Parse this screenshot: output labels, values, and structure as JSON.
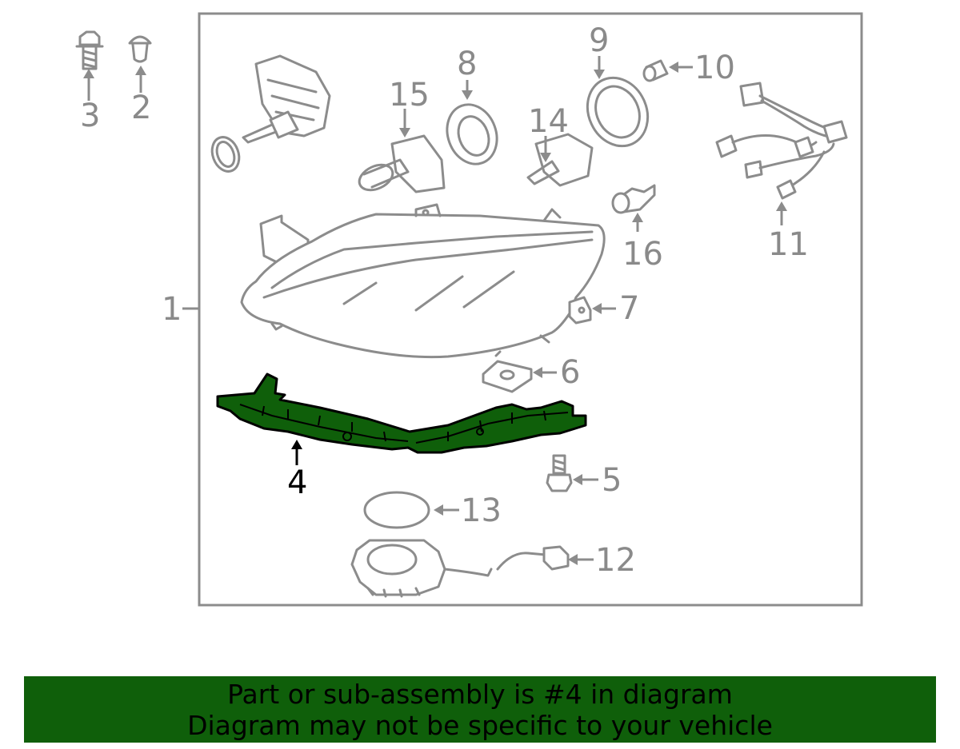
{
  "diagram": {
    "highlight_color": "#0f5f0a",
    "line_color": "#8c8c8c",
    "highlighted_part": "4",
    "callouts": {
      "p1": "1",
      "p2": "2",
      "p3": "3",
      "p4": "4",
      "p5": "5",
      "p6": "6",
      "p7": "7",
      "p8": "8",
      "p9": "9",
      "p10": "10",
      "p11": "11",
      "p12": "12",
      "p13": "13",
      "p14": "14",
      "p15": "15",
      "p16": "16"
    }
  },
  "banner": {
    "background": "#0f5f0a",
    "line1": "Part or sub-assembly is #4 in diagram",
    "line2": "Diagram may not be specific to your vehicle"
  }
}
